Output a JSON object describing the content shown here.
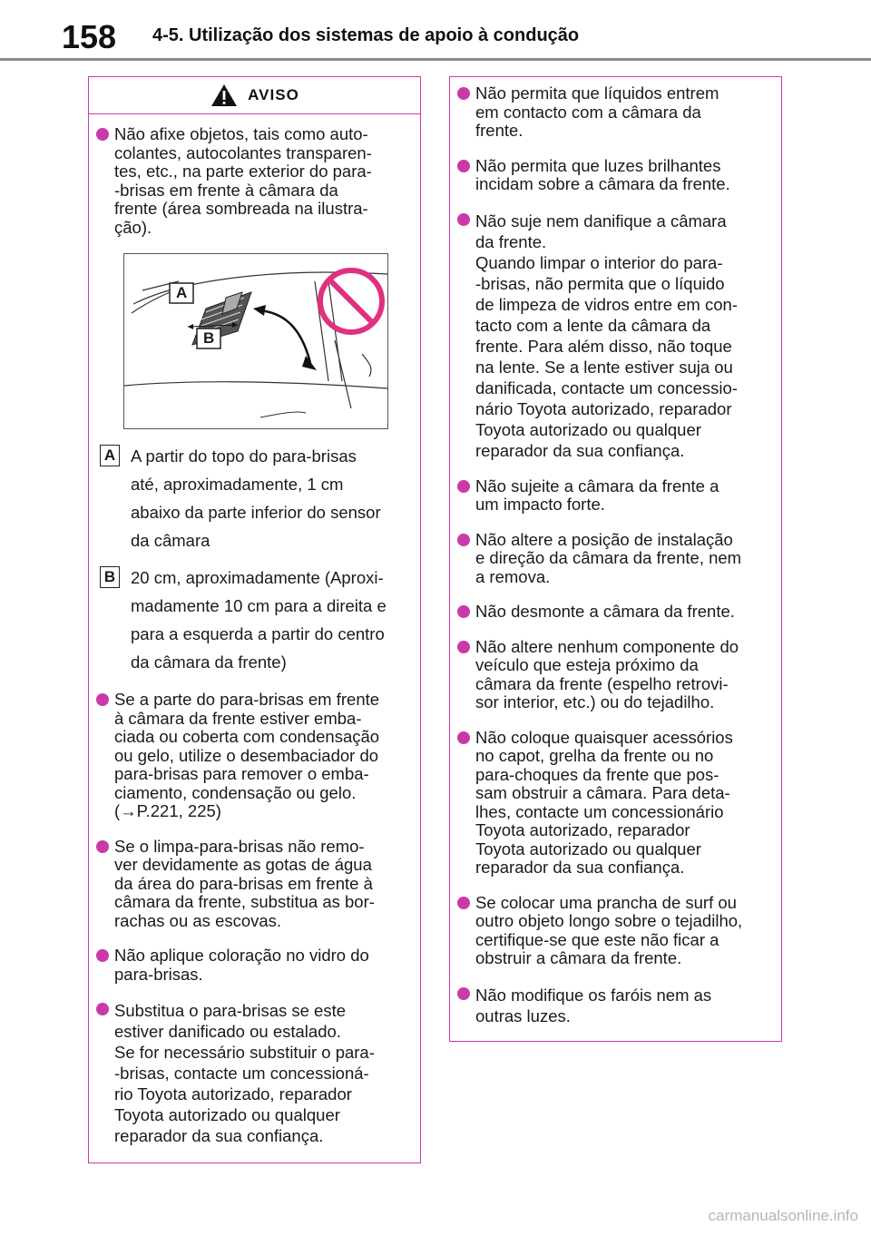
{
  "header": {
    "page_number": "158",
    "section_title": "4-5. Utilização dos sistemas de apoio à condução"
  },
  "colors": {
    "accent": "#c93aa8",
    "rule": "#8a8a8a"
  },
  "warning_box": {
    "label": "AVISO",
    "icon": "warning-triangle-icon",
    "first_item": "Não afixe objetos, tais como auto-\ncolantes, autocolantes transparen-\ntes, etc., na parte exterior do para-\n-brisas em frente à câmara da\nfrente (área sombreada na ilustra-\nção).",
    "figure": {
      "labels": [
        "A",
        "B"
      ],
      "icon": "prohibited-icon"
    },
    "legend": [
      {
        "tag": "A",
        "text": "A partir do topo do para-brisas\naté, aproximadamente, 1 cm\nabaixo da parte inferior do sensor\nda câmara"
      },
      {
        "tag": "B",
        "text": "20 cm, aproximadamente (Aproxi-\nmadamente 10 cm para a direita e\npara a esquerda a partir do centro\nda câmara da frente)"
      }
    ],
    "items_left": [
      "Se a parte do para-brisas em frente\nà câmara da frente estiver emba-\nciada ou coberta com condensação\nou gelo, utilize o desembaciador do\npara-brisas para remover o emba-\nciamento, condensação ou gelo.\n(→P.221, 225)",
      "Se o limpa-para-brisas não remo-\nver devidamente as gotas de água\nda área do para-brisas em frente à\ncâmara da frente, substitua as bor-\nrachas ou as escovas.",
      "Não aplique coloração no vidro do\npara-brisas.",
      "Substitua o para-brisas se este\nestiver danificado ou estalado.\nSe for necessário substituir o para-\n-brisas, contacte um concessioná-\nrio Toyota autorizado, reparador\nToyota autorizado ou qualquer\nreparador da sua confiança."
    ],
    "items_right": [
      "Não permita que líquidos entrem\nem contacto com a câmara da\nfrente.",
      "Não permita que luzes brilhantes\nincidam sobre a câmara da frente.",
      "Não suje nem danifique a câmara\nda frente.\nQuando limpar o interior do para-\n-brisas, não permita que o líquido\nde limpeza de vidros entre em con-\ntacto com a lente da câmara da\nfrente. Para além disso, não toque\nna lente. Se a lente estiver suja ou\ndanificada, contacte um concessio-\nnário Toyota autorizado, reparador\nToyota autorizado ou qualquer\nreparador da sua confiança.",
      "Não sujeite a câmara da frente a\num impacto forte.",
      "Não altere a posição de instalação\ne direção da câmara da frente, nem\na remova.",
      "Não desmonte a câmara da frente.",
      "Não altere nenhum componente do\nveículo que esteja próximo da\ncâmara da frente (espelho retrovi-\nsor interior, etc.) ou do tejadilho.",
      "Não coloque quaisquer acessórios\nno capot, grelha da frente ou no\npara-choques da frente que pos-\nsam obstruir a câmara. Para deta-\nlhes, contacte um concessionário\nToyota autorizado, reparador\nToyota autorizado ou qualquer\nreparador da sua confiança.",
      "Se colocar uma prancha de surf ou\noutro objeto longo sobre o tejadilho,\ncertifique-se que este não ficar a\nobstruir a câmara da frente.",
      "Não modifique os faróis nem as\noutras luzes."
    ]
  },
  "footer": {
    "watermark": "carmanualsonline.info"
  }
}
